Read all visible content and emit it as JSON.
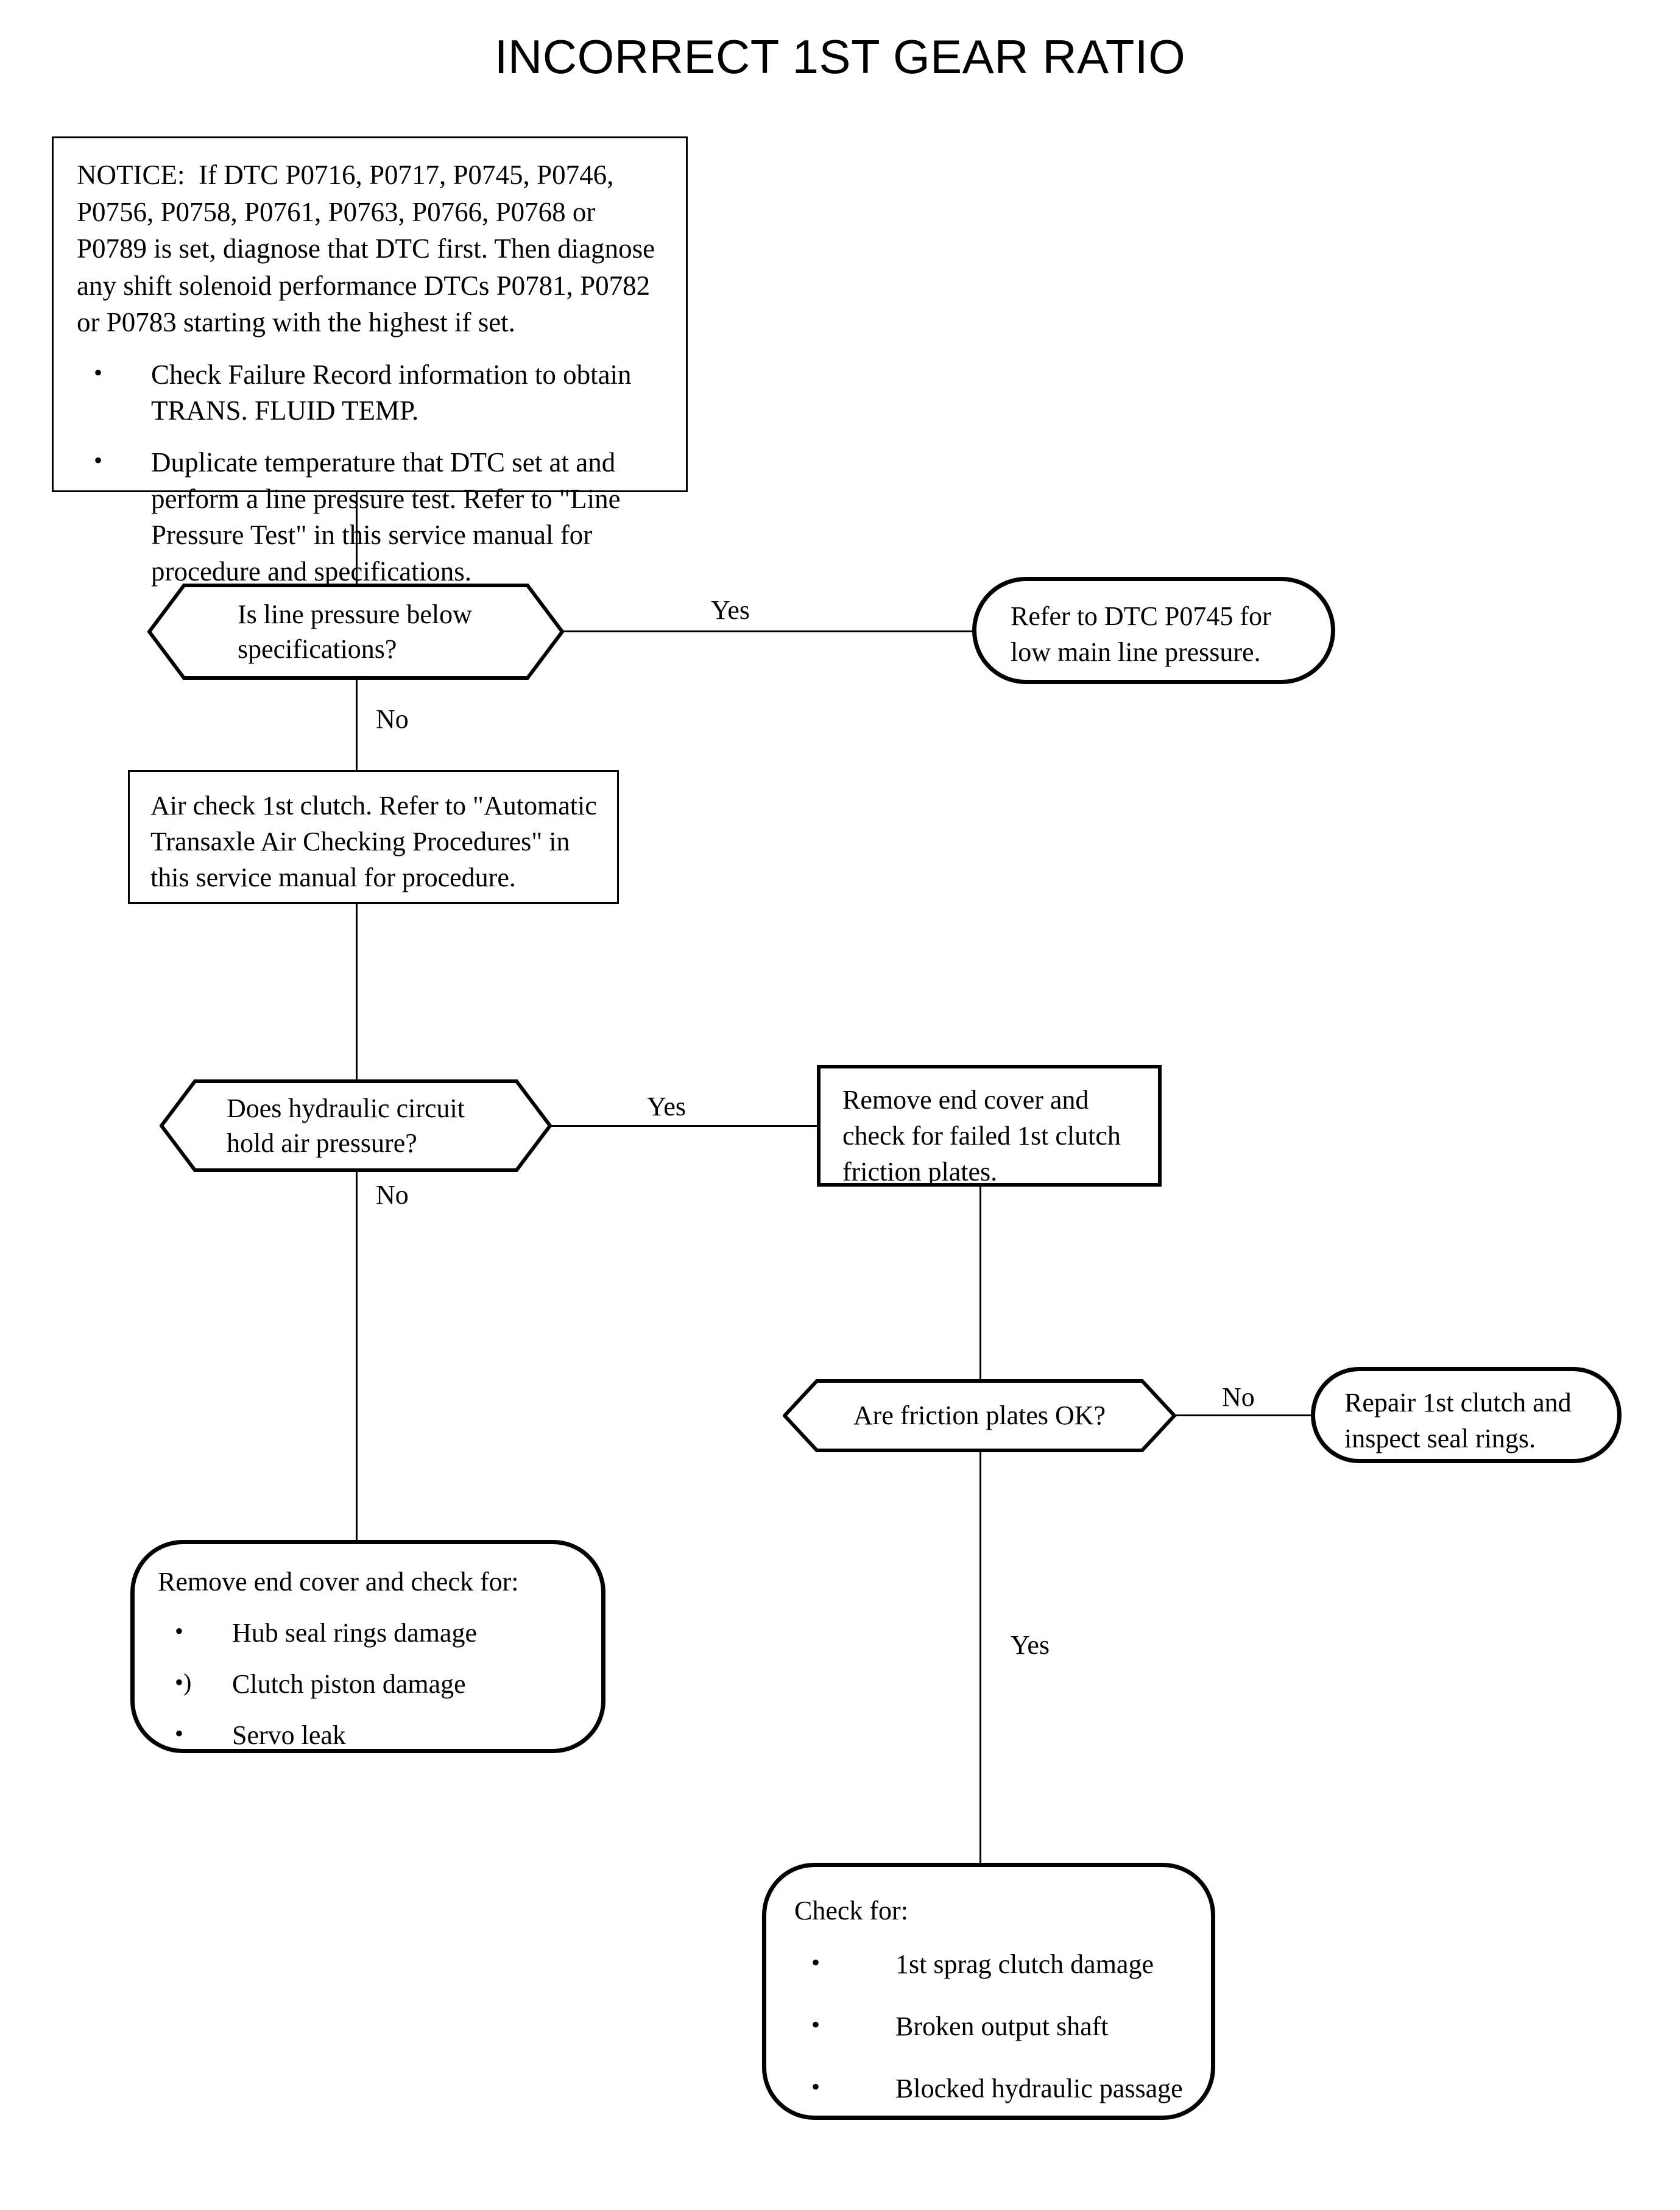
{
  "title": "INCORRECT 1ST GEAR RATIO",
  "notice": {
    "label": "NOTICE:",
    "body": "If DTC P0716, P0717, P0745, P0746, P0756, P0758, P0761, P0763, P0766, P0768 or P0789 is set, diagnose that DTC first.  Then diagnose any shift solenoid performance DTCs P0781, P0782 or P0783 starting with the highest if set.",
    "bullets": [
      "Check Failure Record information to obtain TRANS. FLUID TEMP.",
      "Duplicate temperature that DTC set at and perform a line pressure test. Refer to \"Line Pressure Test\" in this service manual for procedure and specifications."
    ],
    "bullet_glyph": "•"
  },
  "nodes": {
    "decision_line_pressure": "Is line pressure below specifications?",
    "terminal_dtc_p0745": "Refer to DTC P0745 for low main line pressure.",
    "process_air_check": "Air check 1st clutch. Refer to \"Automatic Transaxle Air Checking Procedures\" in this service manual for procedure.",
    "decision_hold_air": "Does hydraulic circuit hold air pressure?",
    "process_remove_end_cover": "Remove end cover and check for failed 1st clutch friction plates.",
    "decision_friction_plates": "Are friction plates OK?",
    "terminal_repair_clutch": "Repair 1st clutch and inspect seal rings.",
    "terminal_remove_end_cover": {
      "heading": "Remove end cover and check for:",
      "bullets": [
        {
          "glyph": "•",
          "text": "Hub seal rings damage"
        },
        {
          "glyph": "•)",
          "text": "Clutch piston damage"
        },
        {
          "glyph": "•",
          "text": "Servo leak"
        }
      ]
    },
    "terminal_check_for": {
      "heading": "Check for:",
      "bullets": [
        {
          "glyph": "•",
          "text": "1st sprag clutch damage"
        },
        {
          "glyph": "•",
          "text": "Broken output shaft"
        },
        {
          "glyph": "•",
          "text": "Blocked hydraulic passage"
        }
      ]
    }
  },
  "edges": {
    "yes_line_pressure": "Yes",
    "no_line_pressure": "No",
    "yes_hold_air": "Yes",
    "no_hold_air": "No",
    "no_friction_plates": "No",
    "yes_friction_plates": "Yes"
  },
  "colors": {
    "stroke": "#000000",
    "background": "#ffffff",
    "text": "#000000"
  }
}
